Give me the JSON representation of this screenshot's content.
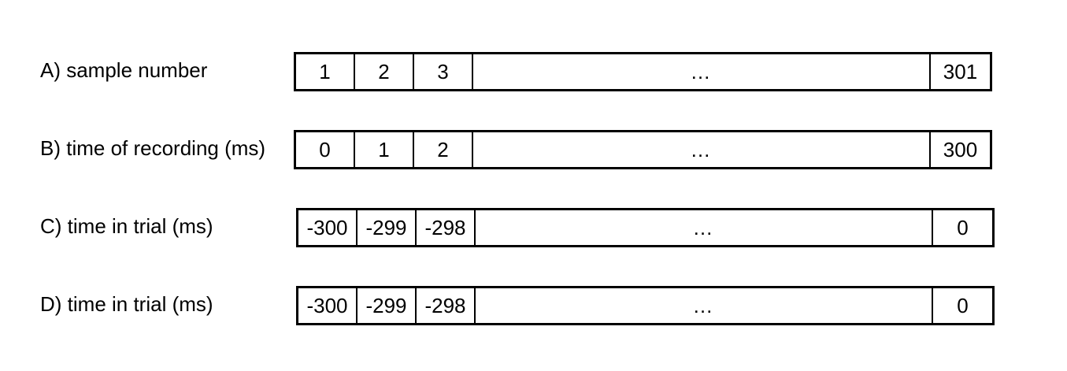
{
  "rows": [
    {
      "id": "a",
      "label": "A) sample number",
      "cells": [
        "1",
        "2",
        "3",
        "…",
        "301"
      ]
    },
    {
      "id": "b",
      "label": "B) time of recording (ms)",
      "cells": [
        "0",
        "1",
        "2",
        "…",
        "300"
      ]
    },
    {
      "id": "c",
      "label": "C) time in trial (ms)",
      "cells": [
        "-300",
        "-299",
        "-298",
        "…",
        "0"
      ]
    },
    {
      "id": "d",
      "label": "D) time in trial (ms)",
      "cells": [
        "-300",
        "-299",
        "-298",
        "…",
        "0"
      ]
    }
  ]
}
